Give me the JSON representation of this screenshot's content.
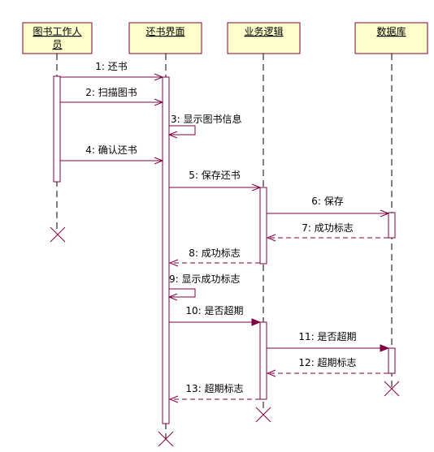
{
  "lifelines": [
    {
      "id": "reader",
      "label_lines": [
        "图书工作人",
        "员"
      ]
    },
    {
      "id": "ui",
      "label_lines": [
        "还书界面"
      ]
    },
    {
      "id": "logic",
      "label_lines": [
        "业务逻辑"
      ]
    },
    {
      "id": "db",
      "label_lines": [
        "数据库"
      ]
    }
  ],
  "messages": [
    {
      "text": "1: 还书",
      "from": "reader",
      "to": "ui",
      "kind": "call"
    },
    {
      "text": "2: 扫描图书",
      "from": "reader",
      "to": "ui",
      "kind": "call"
    },
    {
      "text": "3: 显示图书信息",
      "from": "ui",
      "to": "ui",
      "kind": "self"
    },
    {
      "text": "4: 确认还书",
      "from": "reader",
      "to": "ui",
      "kind": "call"
    },
    {
      "text": "5: 保存还书",
      "from": "ui",
      "to": "logic",
      "kind": "call"
    },
    {
      "text": "6: 保存",
      "from": "logic",
      "to": "db",
      "kind": "call"
    },
    {
      "text": "7: 成功标志",
      "from": "db",
      "to": "logic",
      "kind": "return"
    },
    {
      "text": "8: 成功标志",
      "from": "logic",
      "to": "ui",
      "kind": "return"
    },
    {
      "text": "9: 显示成功标志",
      "from": "ui",
      "to": "ui",
      "kind": "self"
    },
    {
      "text": "10: 是否超期",
      "from": "ui",
      "to": "logic",
      "kind": "call-filled"
    },
    {
      "text": "11: 是否超期",
      "from": "logic",
      "to": "db",
      "kind": "call-filled"
    },
    {
      "text": "12: 超期标志",
      "from": "db",
      "to": "logic",
      "kind": "return"
    },
    {
      "text": "13: 超期标志",
      "from": "logic",
      "to": "ui",
      "kind": "return"
    }
  ],
  "colors": {
    "line": "#800040",
    "box_fill": "#ffffcc",
    "box_border": "#800040",
    "lifeline": "#000000",
    "text": "#000000"
  }
}
